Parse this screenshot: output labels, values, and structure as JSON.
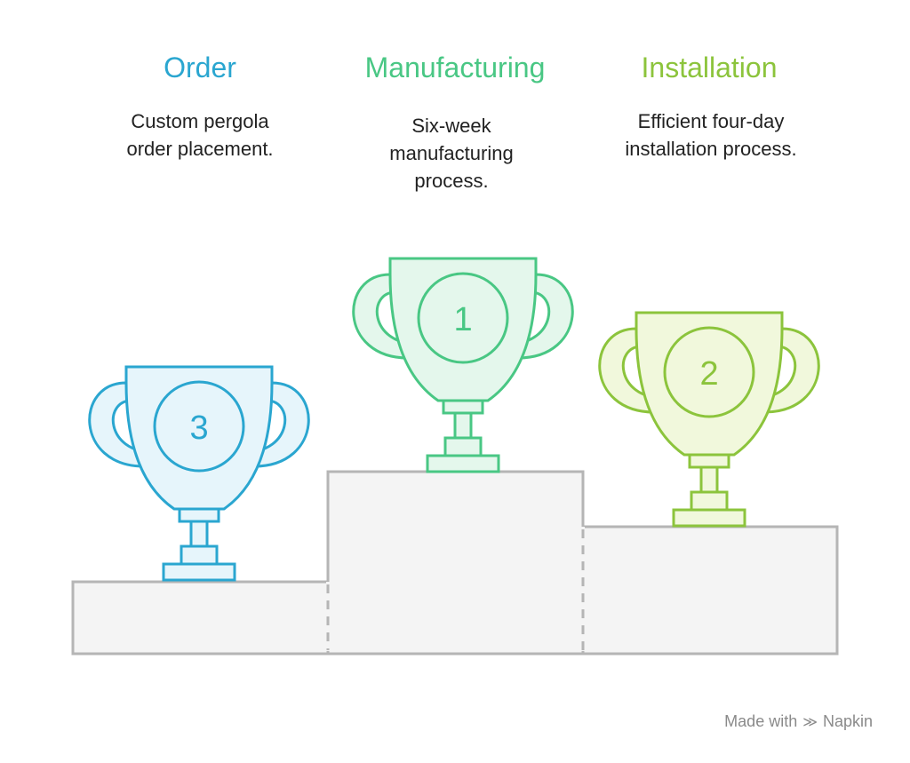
{
  "steps": [
    {
      "title": "Order",
      "description": "Custom pergola order placement.",
      "rank": "3",
      "color": "#2aa6d0",
      "fill": "#e6f5fb"
    },
    {
      "title": "Manufacturing",
      "description": "Six-week manufacturing process.",
      "rank": "1",
      "color": "#49c784",
      "fill": "#e4f7ec"
    },
    {
      "title": "Installation",
      "description": "Efficient four-day installation process.",
      "rank": "2",
      "color": "#8cc43c",
      "fill": "#f1f8dc"
    }
  ],
  "footer": {
    "made_with": "Made with",
    "brand": "Napkin"
  }
}
